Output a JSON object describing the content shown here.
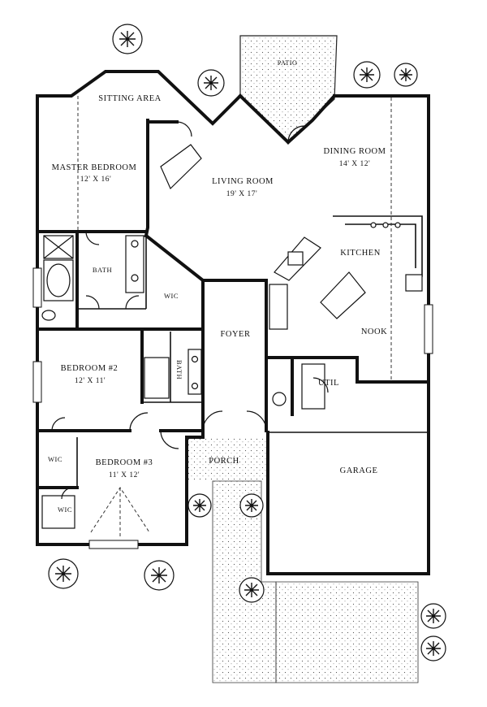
{
  "rooms": {
    "sitting_area": {
      "name": "SITTING AREA"
    },
    "master_bedroom": {
      "name": "MASTER BEDROOM",
      "dims": "12' X 16'"
    },
    "living_room": {
      "name": "LIVING ROOM",
      "dims": "19' X 17'"
    },
    "dining_room": {
      "name": "DINING ROOM",
      "dims": "14' X 12'"
    },
    "patio": {
      "name": "PATIO"
    },
    "kitchen": {
      "name": "KITCHEN"
    },
    "nook": {
      "name": "NOOK"
    },
    "foyer": {
      "name": "FOYER"
    },
    "util": {
      "name": "UTIL"
    },
    "master_bath": {
      "name": "BATH"
    },
    "master_wic": {
      "name": "WIC"
    },
    "bath2": {
      "name": "BATH"
    },
    "bedroom2": {
      "name": "BEDROOM #2",
      "dims": "12' X 11'"
    },
    "bedroom3": {
      "name": "BEDROOM #3",
      "dims": "11' X 12'"
    },
    "wic_left_upper": {
      "name": "WIC"
    },
    "wic_left_lower": {
      "name": "WIC"
    },
    "porch": {
      "name": "PORCH"
    },
    "garage": {
      "name": "GARAGE"
    }
  }
}
